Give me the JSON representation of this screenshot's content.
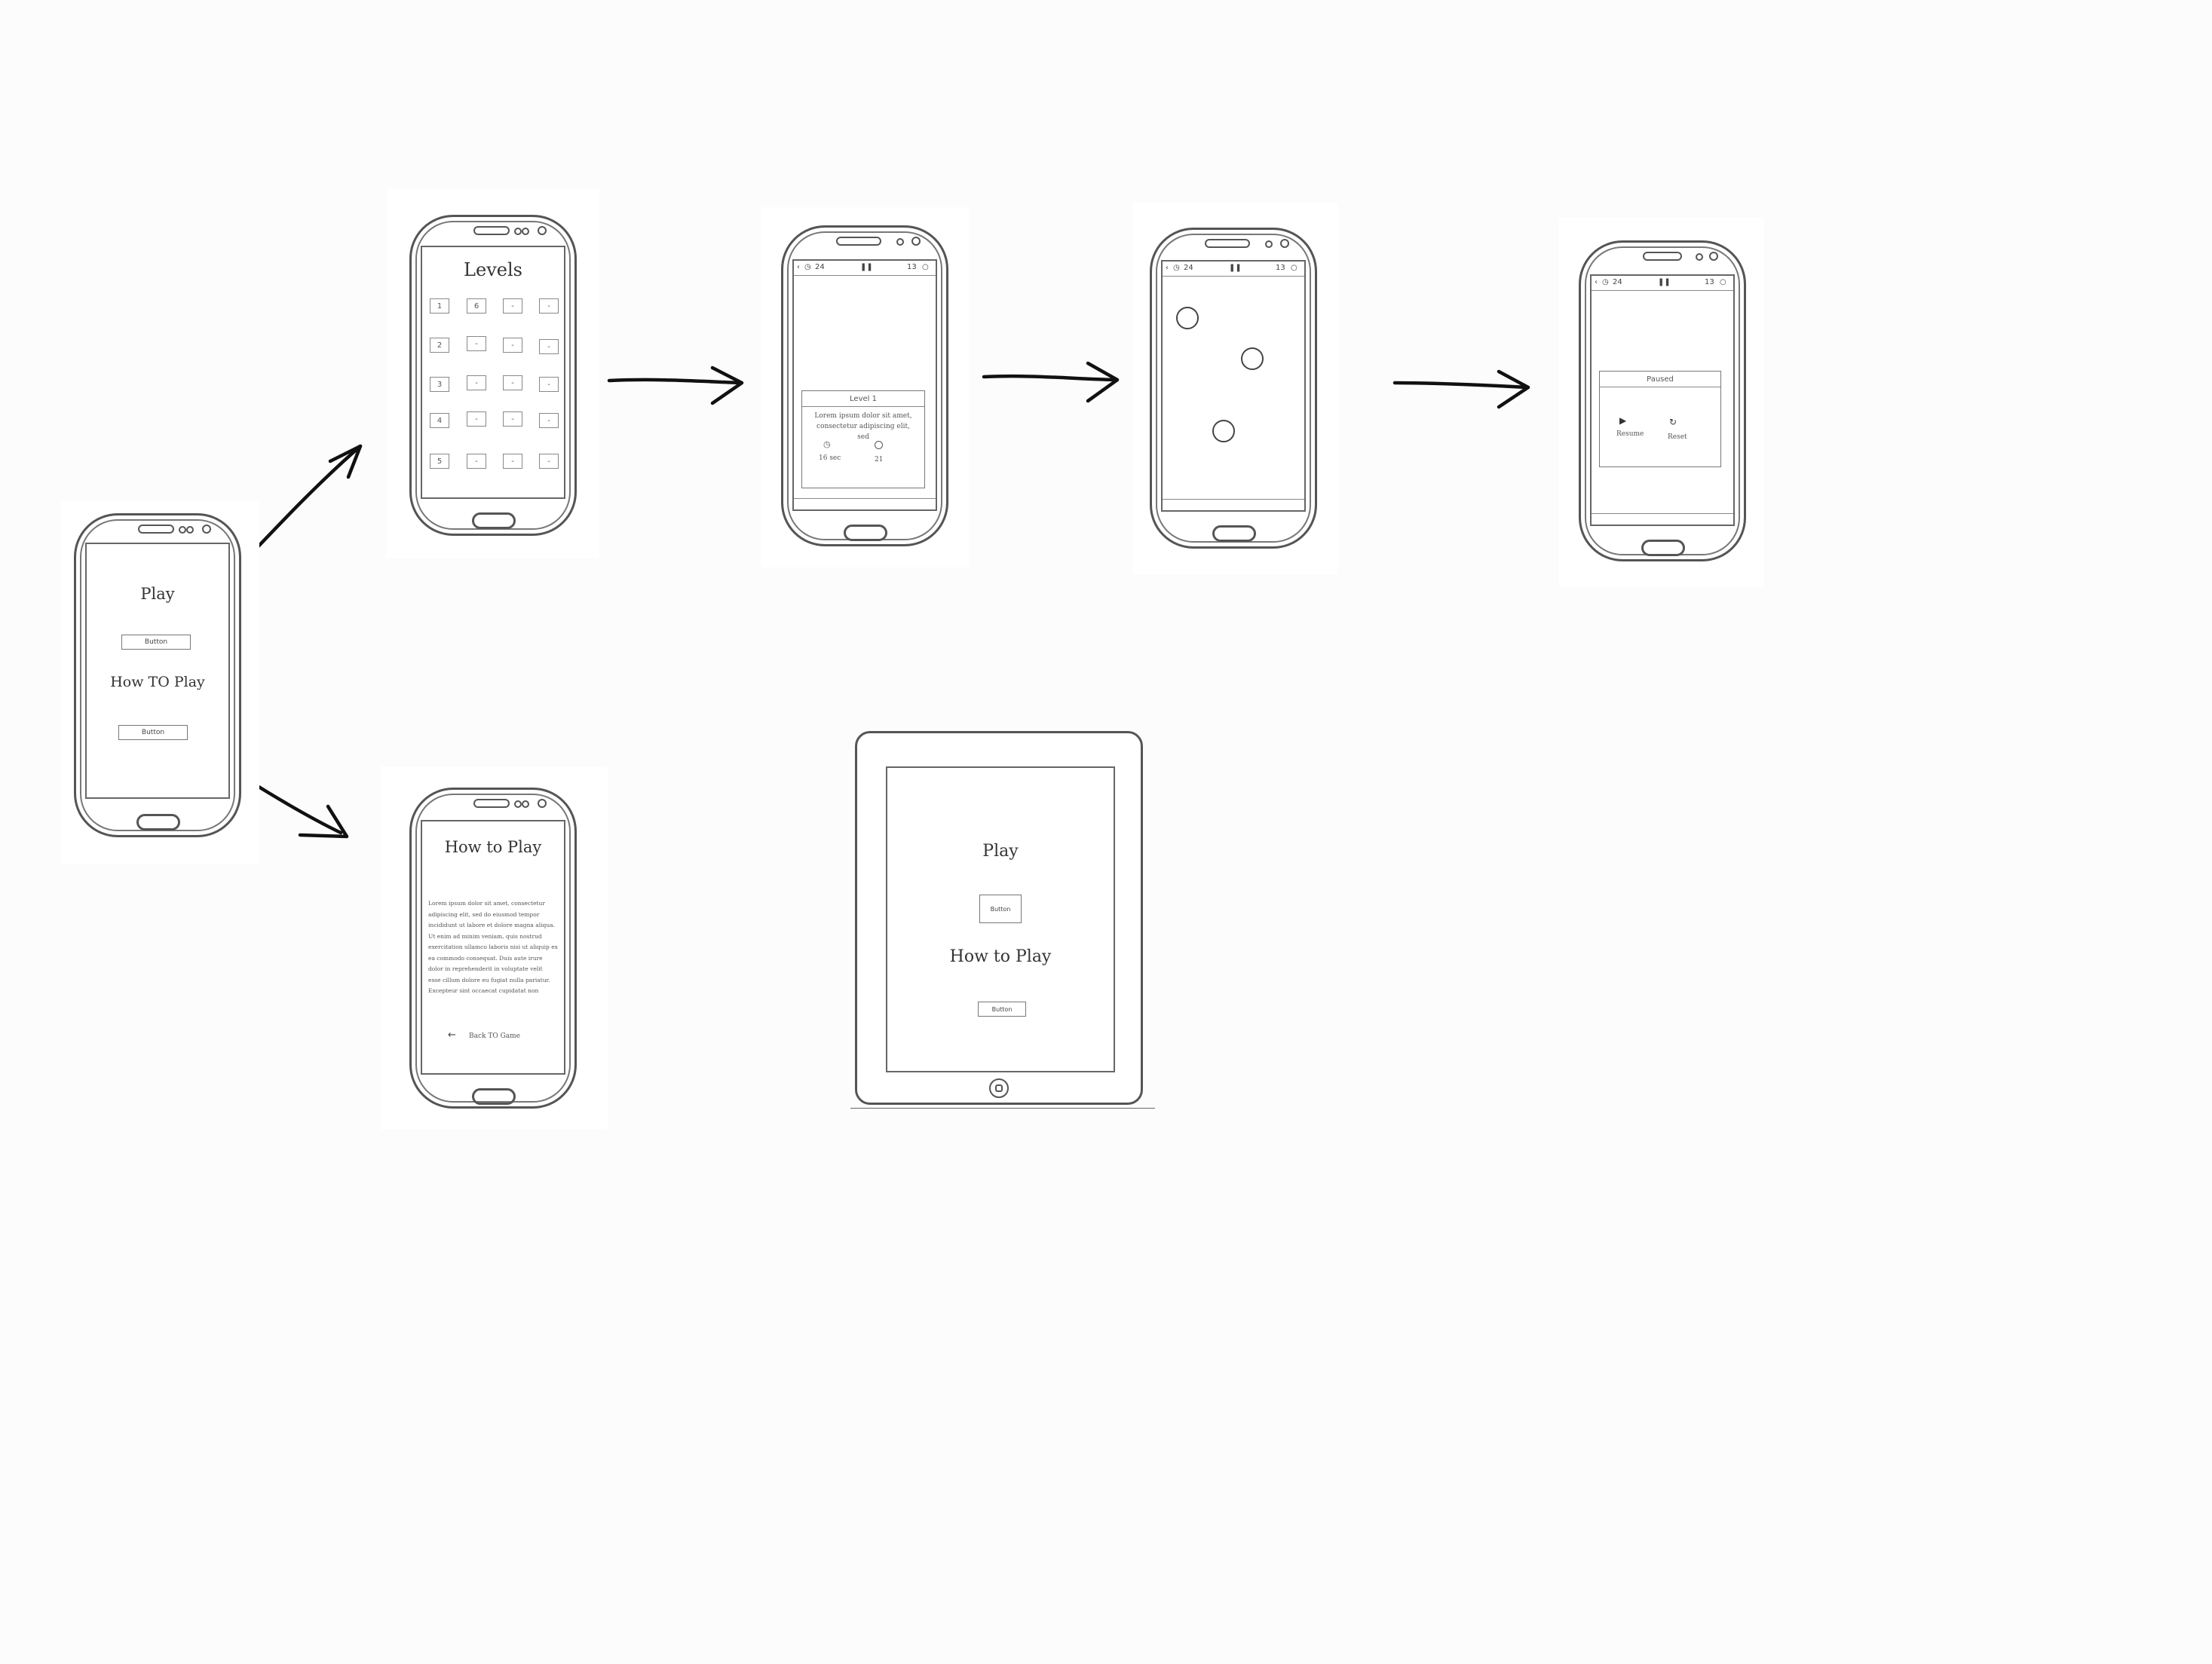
{
  "main_menu": {
    "play_title": "Play",
    "play_button": "Button",
    "howto_title": "How TO Play",
    "howto_button": "Button"
  },
  "levels_screen": {
    "title": "Levels",
    "rows": [
      [
        "1",
        "6",
        "-",
        "-"
      ],
      [
        "2",
        "-",
        "-",
        "-"
      ],
      [
        "3",
        "-",
        "-",
        "-"
      ],
      [
        "4",
        "-",
        "-",
        "-"
      ],
      [
        "5",
        "-",
        "-",
        "-"
      ]
    ]
  },
  "status_bar": {
    "back_icon": "chevron-left-icon",
    "timer_icon": "clock-icon",
    "time": "24",
    "pause_icon": "pause-icon",
    "score": "13",
    "target_icon": "circle-icon"
  },
  "level_intro": {
    "modal_title": "Level 1",
    "description": "Lorem ipsum dolor sit amet, consectetur adipiscing elit, sed",
    "time_value": "16 sec",
    "target_value": "21"
  },
  "gameplay": {
    "target_count": 3
  },
  "paused": {
    "modal_title": "Paused",
    "resume_label": "Resume",
    "reset_label": "Reset"
  },
  "how_to_play": {
    "title": "How to Play",
    "lines": [
      "Lorem ipsum dolor sit amet, consectetur",
      "adipiscing elit, sed do eiusmod tempor",
      "incididunt ut labore et dolore magna aliqua.",
      "Ut enim ad minim veniam, quis nostrud",
      "exercitation ullamco laboris nisi ut aliquip ex",
      "ea commodo consequat. Duis aute irure",
      "dolor in reprehenderit in voluptate velit",
      "esse cillum dolore eu fugiat nulla pariatur.",
      "Excepteur sint occaecat cupidatat non"
    ],
    "back_label": "Back TO Game"
  },
  "tablet_menu": {
    "play_title": "Play",
    "play_button": "Button",
    "howto_title": "How to Play",
    "howto_button": "Button"
  },
  "colors": {
    "outline": "#555555",
    "background": "#fcfcfc",
    "card": "#ffffff"
  }
}
